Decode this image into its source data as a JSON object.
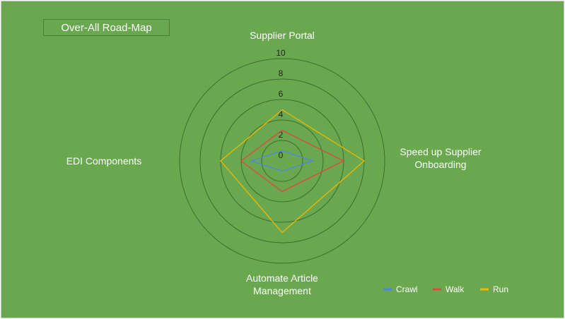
{
  "chart_data": {
    "type": "radar",
    "title": "Over-All Road-Map",
    "categories": [
      "Supplier Portal",
      "Speed up Supplier Onboarding",
      "Automate Article Management",
      "EDI Components"
    ],
    "category_lines": [
      [
        "Supplier Portal"
      ],
      [
        "Speed up Supplier",
        "Onboarding"
      ],
      [
        "Automate Article",
        "Management"
      ],
      [
        "EDI Components"
      ]
    ],
    "ticks": [
      0,
      2,
      4,
      6,
      8,
      10
    ],
    "tick_labels": [
      "0",
      "2",
      "4",
      "6",
      "8",
      "10"
    ],
    "range": [
      0,
      10
    ],
    "series": [
      {
        "name": "Crawl",
        "values": [
          1,
          3,
          1,
          3
        ],
        "color": "#4a86e8"
      },
      {
        "name": "Walk",
        "values": [
          3,
          6,
          3,
          4
        ],
        "color": "#e0493a"
      },
      {
        "name": "Run",
        "values": [
          5,
          8,
          7,
          6
        ],
        "color": "#f1b800"
      }
    ],
    "legend_position": "bottom-right",
    "grid": true,
    "grid_color": "#3f6b31",
    "background": "#6aa84f"
  }
}
